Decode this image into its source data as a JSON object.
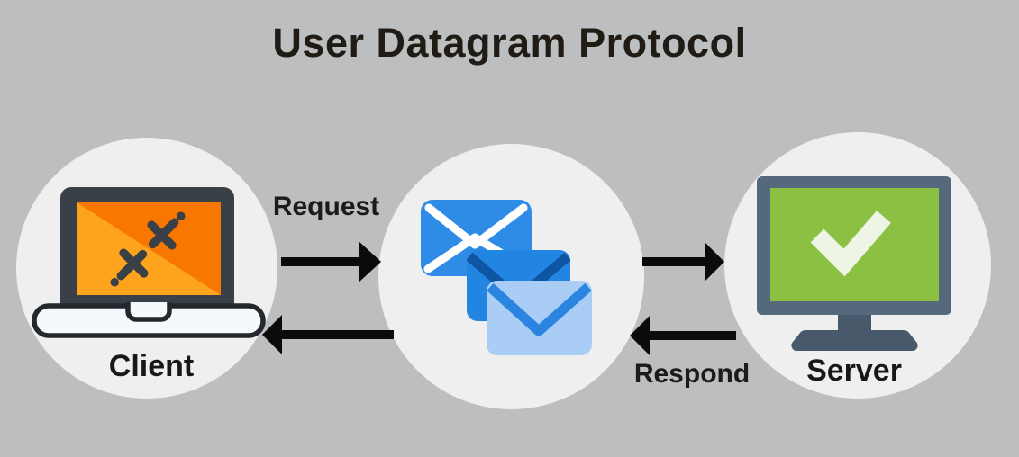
{
  "diagram": {
    "title": "User Datagram Protocol",
    "nodes": [
      {
        "id": "client",
        "label": "Client",
        "icon": "laptop-code-icon"
      },
      {
        "id": "datagrams",
        "label": "",
        "icon": "mail-envelopes-icon"
      },
      {
        "id": "server",
        "label": "Server",
        "icon": "monitor-check-icon"
      }
    ],
    "arrows": [
      {
        "from": "client",
        "to": "datagrams",
        "label": "Request",
        "direction": "right"
      },
      {
        "from": "datagrams",
        "to": "client",
        "label": "",
        "direction": "left"
      },
      {
        "from": "datagrams",
        "to": "server",
        "label": "",
        "direction": "right"
      },
      {
        "from": "server",
        "to": "datagrams",
        "label": "Respond",
        "direction": "left"
      }
    ]
  },
  "colors": {
    "background": "#bdbec0",
    "node_circle": "#efefef",
    "text": "#201b15",
    "arrow": "#0b0b0b",
    "laptop_frame": "#3a4048",
    "laptop_screen_light": "#fda41c",
    "laptop_screen_dark": "#f87701",
    "laptop_base": "#f5f9fc",
    "laptop_outline": "#24282e",
    "envelope_back": "#2f8ce6",
    "envelope_back_lines": "#ffffff",
    "envelope_mid": "#2385e2",
    "envelope_mid_flap": "#0e56a4",
    "envelope_front": "#a9cdf5",
    "envelope_front_flap": "#2b85e0",
    "monitor_frame": "#546a7c",
    "monitor_screen": "#8bc043",
    "monitor_check": "#eef5e4",
    "monitor_stand": "#47596b"
  }
}
